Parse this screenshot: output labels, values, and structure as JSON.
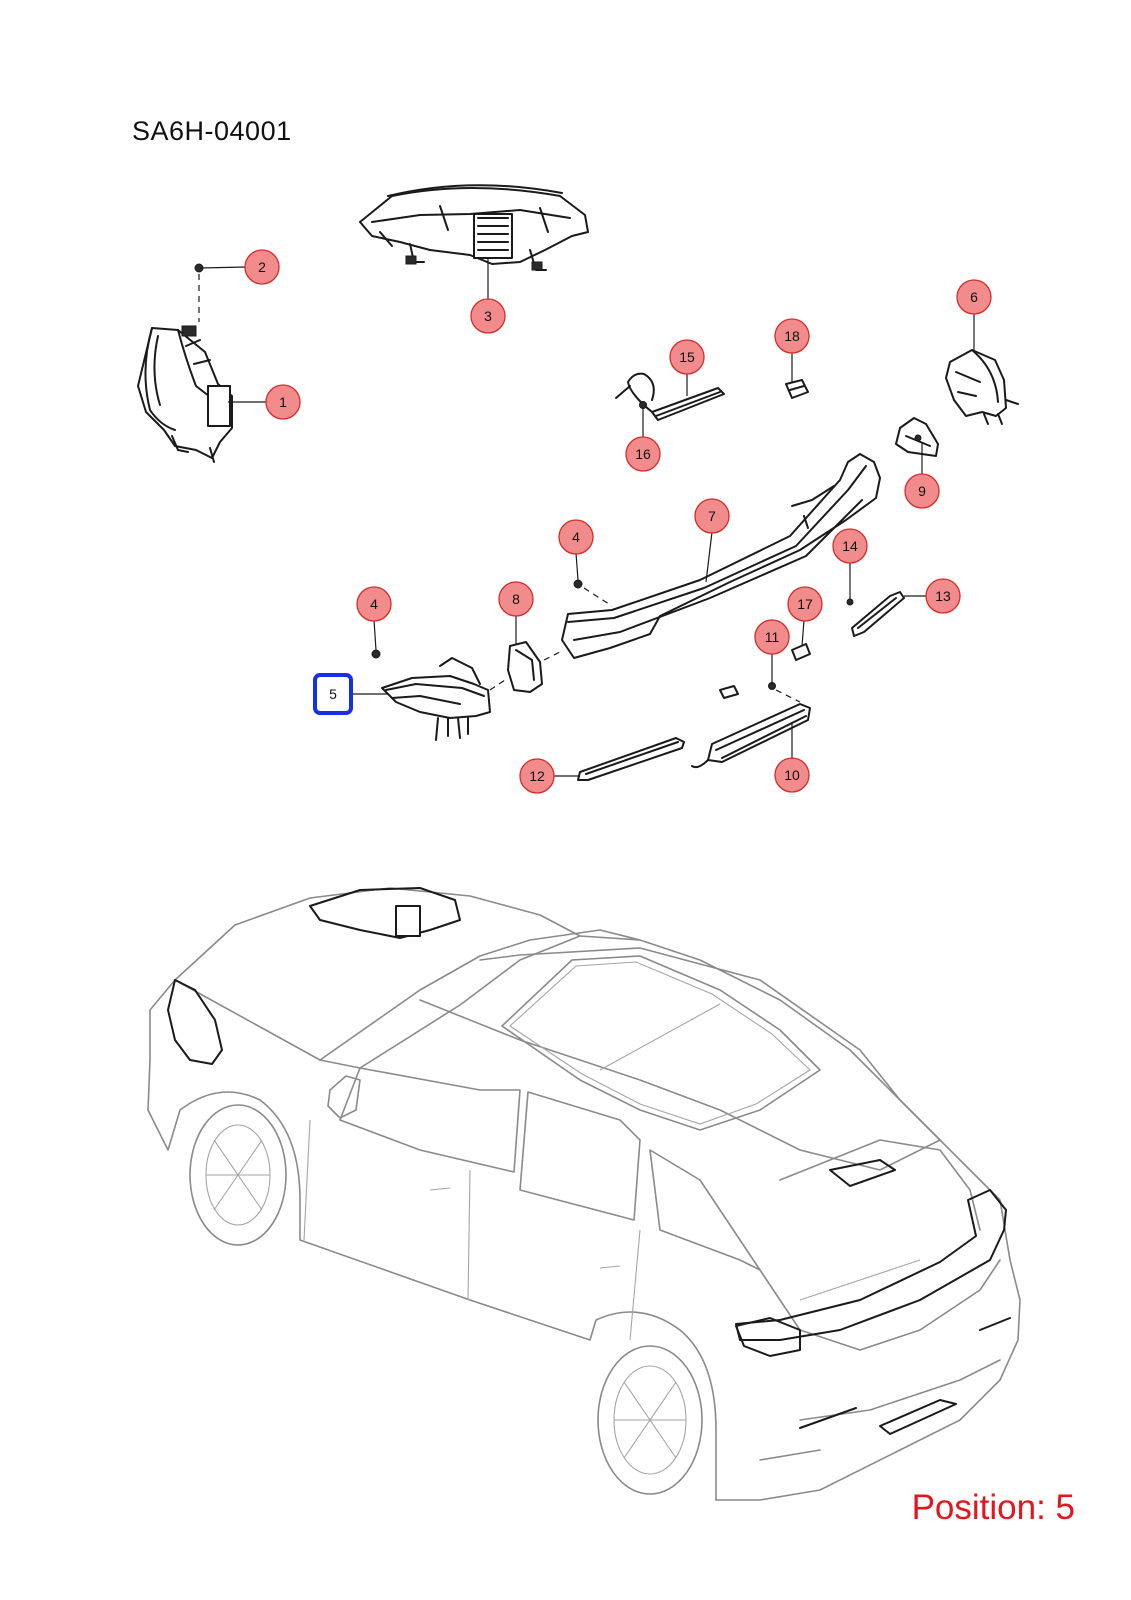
{
  "header": {
    "diagram_code": "SA6H-04001"
  },
  "footer": {
    "position_text": "Position: 5"
  },
  "callouts": [
    {
      "label": "1"
    },
    {
      "label": "2"
    },
    {
      "label": "3"
    },
    {
      "label": "4"
    },
    {
      "label": "4"
    },
    {
      "label": "5"
    },
    {
      "label": "6"
    },
    {
      "label": "7"
    },
    {
      "label": "8"
    },
    {
      "label": "9"
    },
    {
      "label": "10"
    },
    {
      "label": "11"
    },
    {
      "label": "12"
    },
    {
      "label": "13"
    },
    {
      "label": "14"
    },
    {
      "label": "15"
    },
    {
      "label": "16"
    },
    {
      "label": "17"
    },
    {
      "label": "18"
    }
  ],
  "selected_position": "5",
  "colors": {
    "callout_fill": "#f28b8b",
    "callout_stroke": "#d52b2b",
    "selection": "#1530e8",
    "position_text": "#e4151c"
  }
}
